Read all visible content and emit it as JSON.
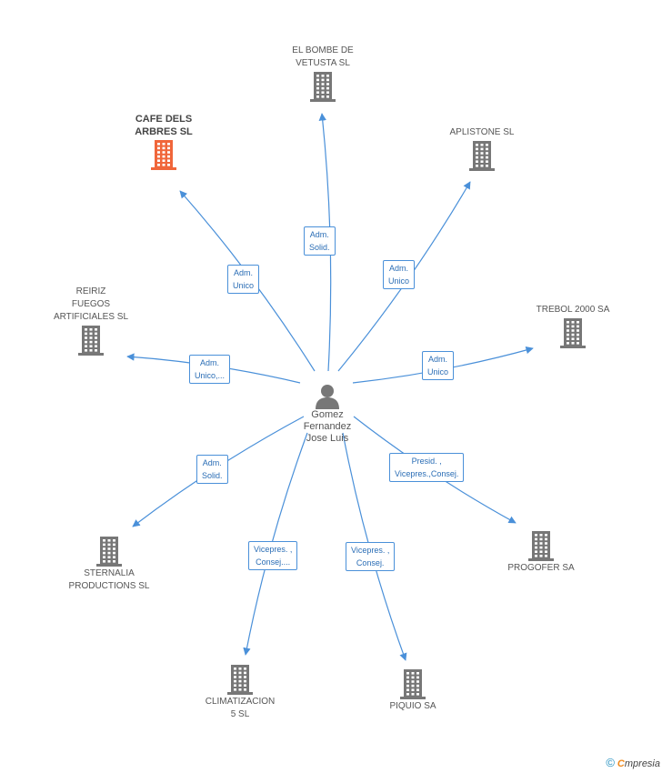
{
  "colors": {
    "edge": "#4a90d9",
    "building_default": "#777777",
    "building_highlight": "#f0663a",
    "person": "#777777"
  },
  "center": {
    "name": "Gomez\nFernandez\nJose Luis",
    "icon": "person-icon"
  },
  "companies": [
    {
      "id": "cafe-dels-arbres",
      "name": "CAFE DELS\nARBRES SL",
      "highlight": true
    },
    {
      "id": "el-bombe-de-vetusta",
      "name": "EL BOMBE DE\nVETUSTA  SL",
      "highlight": false
    },
    {
      "id": "aplistone",
      "name": "APLISTONE SL",
      "highlight": false
    },
    {
      "id": "trebol-2000",
      "name": "TREBOL 2000 SA",
      "highlight": false
    },
    {
      "id": "reiriz-fuegos",
      "name": "REIRIZ\nFUEGOS\nARTIFICIALES SL",
      "highlight": false
    },
    {
      "id": "sternalia",
      "name": "STERNALIA\nPRODUCTIONS SL",
      "highlight": false
    },
    {
      "id": "progofer",
      "name": "PROGOFER SA",
      "highlight": false
    },
    {
      "id": "climatizacion-5",
      "name": "CLIMATIZACION\n5 SL",
      "highlight": false
    },
    {
      "id": "piquio",
      "name": "PIQUIO SA",
      "highlight": false
    }
  ],
  "relations": [
    {
      "to": "cafe-dels-arbres",
      "label": "Adm.\nUnico"
    },
    {
      "to": "el-bombe-de-vetusta",
      "label": "Adm.\nSolid."
    },
    {
      "to": "aplistone",
      "label": "Adm.\nUnico"
    },
    {
      "to": "trebol-2000",
      "label": "Adm.\nUnico"
    },
    {
      "to": "reiriz-fuegos",
      "label": "Adm.\nUnico,..."
    },
    {
      "to": "sternalia",
      "label": "Adm.\nSolid."
    },
    {
      "to": "progofer",
      "label": "Presid. ,\nVicepres.,Consej."
    },
    {
      "to": "climatizacion-5",
      "label": "Vicepres. ,\nConsej...."
    },
    {
      "to": "piquio",
      "label": "Vicepres. ,\nConsej."
    }
  ],
  "footer": {
    "copyright": "©",
    "brand_first": "C",
    "brand_rest": "mpresia"
  }
}
